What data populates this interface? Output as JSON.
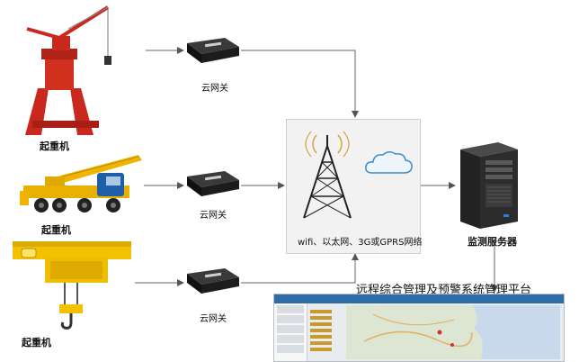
{
  "labels": {
    "crane": "起重机",
    "gateway": "云网关",
    "network": "wifi、以太网、3G或GPRS网络",
    "server": "监测服务器",
    "platform": "远程综合管理及预警系统管理平台"
  },
  "colors": {
    "line": "#555555",
    "crane_red": "#c8281e",
    "truck_yellow": "#f0b400",
    "truck_blue": "#1f5fa8",
    "hoist_yellow": "#f2c200",
    "cloud_blue": "#3a8ed0"
  }
}
